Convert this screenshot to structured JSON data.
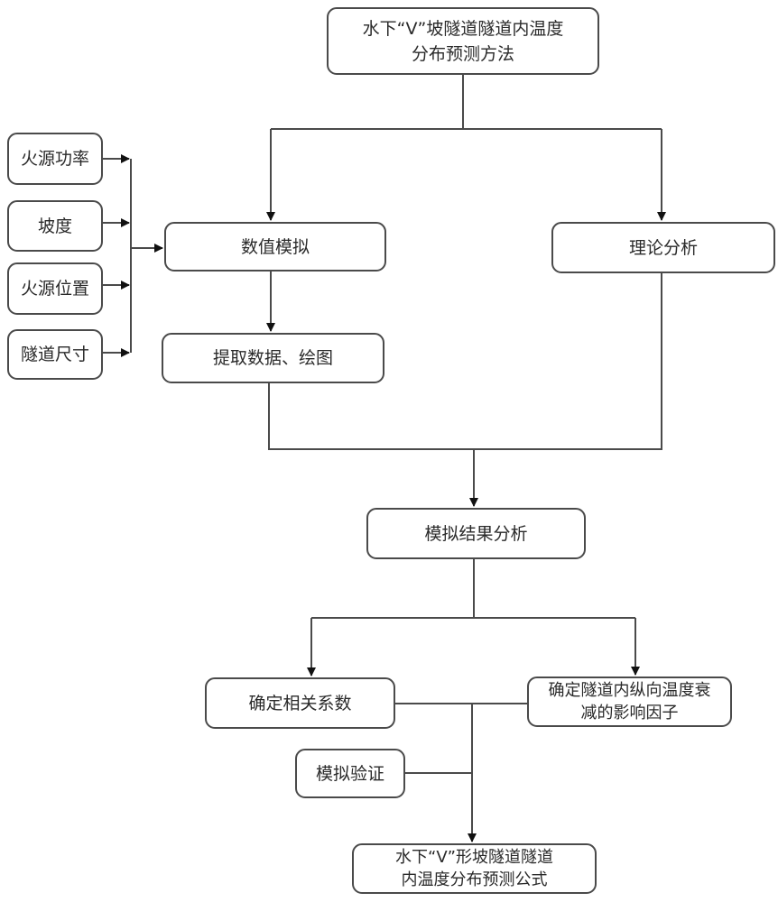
{
  "diagram": {
    "type": "flowchart",
    "nodes": {
      "title": {
        "lines": [
          "水下“V”坡隧道隧道内温度",
          "分布预测方法"
        ]
      },
      "fire_power": {
        "label": "火源功率"
      },
      "slope": {
        "label": "坡度"
      },
      "fire_location": {
        "label": "火源位置"
      },
      "tunnel_size": {
        "label": "隧道尺寸"
      },
      "numerical_sim": {
        "label": "数值模拟"
      },
      "theory": {
        "label": "理论分析"
      },
      "extract_data": {
        "label": "提取数据、绘图"
      },
      "sim_result": {
        "label": "模拟结果分析"
      },
      "coefficients": {
        "label": "确定相关系数"
      },
      "factors": {
        "lines": [
          "确定隧道内纵向温度衰",
          "减的影响因子"
        ]
      },
      "validation": {
        "label": "模拟验证"
      },
      "formula": {
        "lines": [
          "水下“V”形坡隧道隧道",
          "内温度分布预测公式"
        ]
      }
    },
    "edges": [
      {
        "from": "title",
        "to": "numerical_sim"
      },
      {
        "from": "title",
        "to": "theory"
      },
      {
        "from": "fire_power",
        "to": "numerical_sim"
      },
      {
        "from": "slope",
        "to": "numerical_sim"
      },
      {
        "from": "fire_location",
        "to": "numerical_sim"
      },
      {
        "from": "tunnel_size",
        "to": "numerical_sim"
      },
      {
        "from": "numerical_sim",
        "to": "extract_data"
      },
      {
        "from": "extract_data",
        "to": "sim_result"
      },
      {
        "from": "theory",
        "to": "sim_result"
      },
      {
        "from": "sim_result",
        "to": "coefficients"
      },
      {
        "from": "sim_result",
        "to": "factors"
      },
      {
        "from": "coefficients",
        "to": "formula"
      },
      {
        "from": "factors",
        "to": "formula"
      },
      {
        "from": "validation",
        "to": "formula"
      }
    ]
  }
}
